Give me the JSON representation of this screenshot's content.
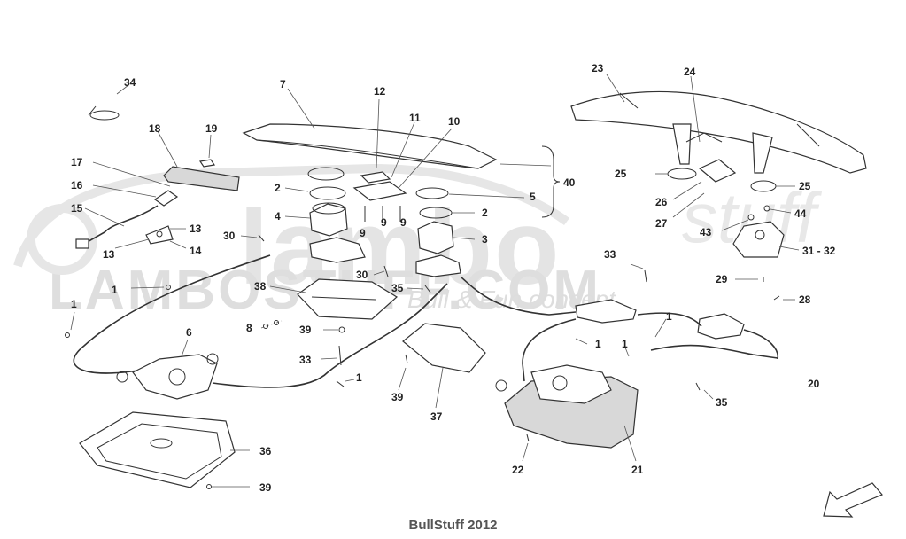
{
  "watermark": {
    "brand": "lambo",
    "brand_script": "stuff",
    "url": "LAMBOSTUFF.COM",
    "tagline": "Bull & Fun concept"
  },
  "callouts": [
    {
      "id": "c34",
      "text": "34"
    },
    {
      "id": "c7",
      "text": "7"
    },
    {
      "id": "c12",
      "text": "12"
    },
    {
      "id": "c11",
      "text": "11"
    },
    {
      "id": "c10",
      "text": "10"
    },
    {
      "id": "c23",
      "text": "23"
    },
    {
      "id": "c24",
      "text": "24"
    },
    {
      "id": "c18",
      "text": "18"
    },
    {
      "id": "c19",
      "text": "19"
    },
    {
      "id": "c17",
      "text": "17"
    },
    {
      "id": "c16",
      "text": "16"
    },
    {
      "id": "c15",
      "text": "15"
    },
    {
      "id": "c13a",
      "text": "13"
    },
    {
      "id": "c13b",
      "text": "13"
    },
    {
      "id": "c14",
      "text": "14"
    },
    {
      "id": "c30a",
      "text": "30"
    },
    {
      "id": "c30b",
      "text": "30"
    },
    {
      "id": "c2a",
      "text": "2"
    },
    {
      "id": "c2b",
      "text": "2"
    },
    {
      "id": "c4",
      "text": "4"
    },
    {
      "id": "c9a",
      "text": "9"
    },
    {
      "id": "c9b",
      "text": "9"
    },
    {
      "id": "c9c",
      "text": "9"
    },
    {
      "id": "c5",
      "text": "5"
    },
    {
      "id": "c40",
      "text": "40"
    },
    {
      "id": "c3",
      "text": "3"
    },
    {
      "id": "c25a",
      "text": "25"
    },
    {
      "id": "c25b",
      "text": "25"
    },
    {
      "id": "c26",
      "text": "26"
    },
    {
      "id": "c27",
      "text": "27"
    },
    {
      "id": "c44",
      "text": "44"
    },
    {
      "id": "c43",
      "text": "43"
    },
    {
      "id": "c3132",
      "text": "31 - 32"
    },
    {
      "id": "c33a",
      "text": "33"
    },
    {
      "id": "c33b",
      "text": "33"
    },
    {
      "id": "c29",
      "text": "29"
    },
    {
      "id": "c28",
      "text": "28"
    },
    {
      "id": "c1a",
      "text": "1"
    },
    {
      "id": "c1b",
      "text": "1"
    },
    {
      "id": "c1c",
      "text": "1"
    },
    {
      "id": "c1d",
      "text": "1"
    },
    {
      "id": "c1e",
      "text": "1"
    },
    {
      "id": "c1f",
      "text": "1"
    },
    {
      "id": "c38",
      "text": "38"
    },
    {
      "id": "c35a",
      "text": "35"
    },
    {
      "id": "c35b",
      "text": "35"
    },
    {
      "id": "c8",
      "text": "8"
    },
    {
      "id": "c39a",
      "text": "39"
    },
    {
      "id": "c39b",
      "text": "39"
    },
    {
      "id": "c39c",
      "text": "39"
    },
    {
      "id": "c6",
      "text": "6"
    },
    {
      "id": "c37",
      "text": "37"
    },
    {
      "id": "c20",
      "text": "20"
    },
    {
      "id": "c36",
      "text": "36"
    },
    {
      "id": "c22",
      "text": "22"
    },
    {
      "id": "c21",
      "text": "21"
    }
  ],
  "footer": "BullStuff 2012",
  "colors": {
    "line": "#333333",
    "watermark": "#e4e4e4",
    "footer": "#555555"
  },
  "icons": {
    "direction": "arrow-down-left-icon"
  }
}
